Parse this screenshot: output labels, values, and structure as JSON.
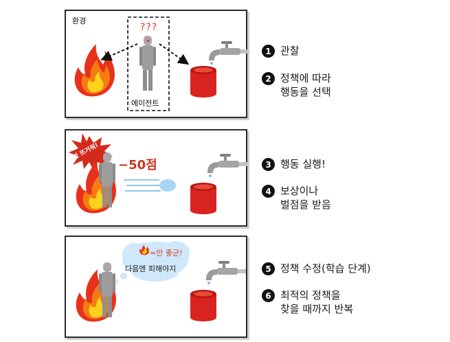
{
  "panel1": {
    "env_label": "환경",
    "question_marks": "???",
    "agent_label": "에이전트"
  },
  "panel2": {
    "burst_text": "앗 뜨거워!",
    "penalty_text": "−50점"
  },
  "panel3": {
    "bubble_line1": "=안 좋군!",
    "bubble_line2": "다음엔 피해야지"
  },
  "steps": [
    {
      "num": "1",
      "text": "관찰"
    },
    {
      "num": "2",
      "text": "정책에 따라\n행동을 선택"
    },
    {
      "num": "3",
      "text": "행동 실행!"
    },
    {
      "num": "4",
      "text": "보상이나\n벌점을 받음"
    },
    {
      "num": "5",
      "text": "정책 수정(학습 단계)"
    },
    {
      "num": "6",
      "text": "최적의 정책을\n찾을 때까지 반복"
    }
  ],
  "colors": {
    "fire_outer": "#e8311a",
    "fire_mid": "#f57c12",
    "fire_inner": "#ffd21c",
    "bucket": "#d9231f",
    "robot": "#9d9d9d",
    "accent_red": "#d63b2b"
  }
}
